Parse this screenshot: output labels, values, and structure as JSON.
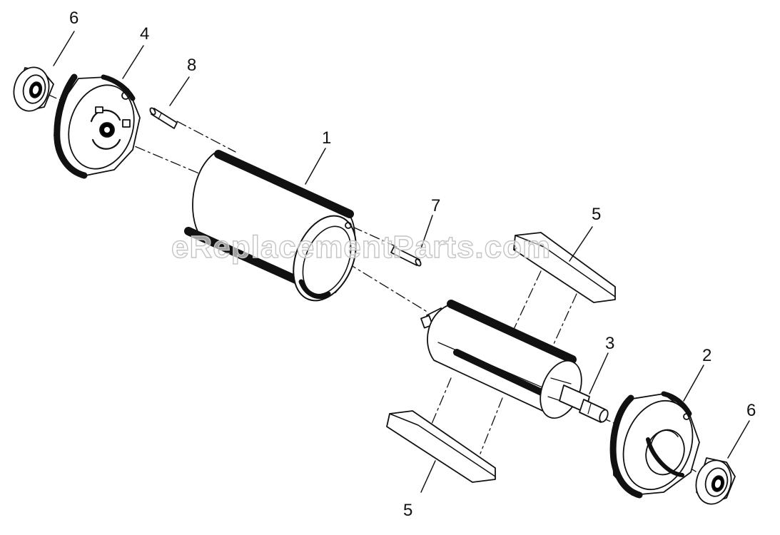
{
  "watermark": "eReplacementParts.com",
  "callouts": {
    "c1": "1",
    "c2": "2",
    "c3": "3",
    "c4": "4",
    "c5a": "5",
    "c5b": "5",
    "c6a": "6",
    "c6b": "6",
    "c7": "7",
    "c8": "8"
  },
  "colors": {
    "ink": "#111111",
    "paper": "#ffffff",
    "watermark": "#c4c4c4"
  }
}
